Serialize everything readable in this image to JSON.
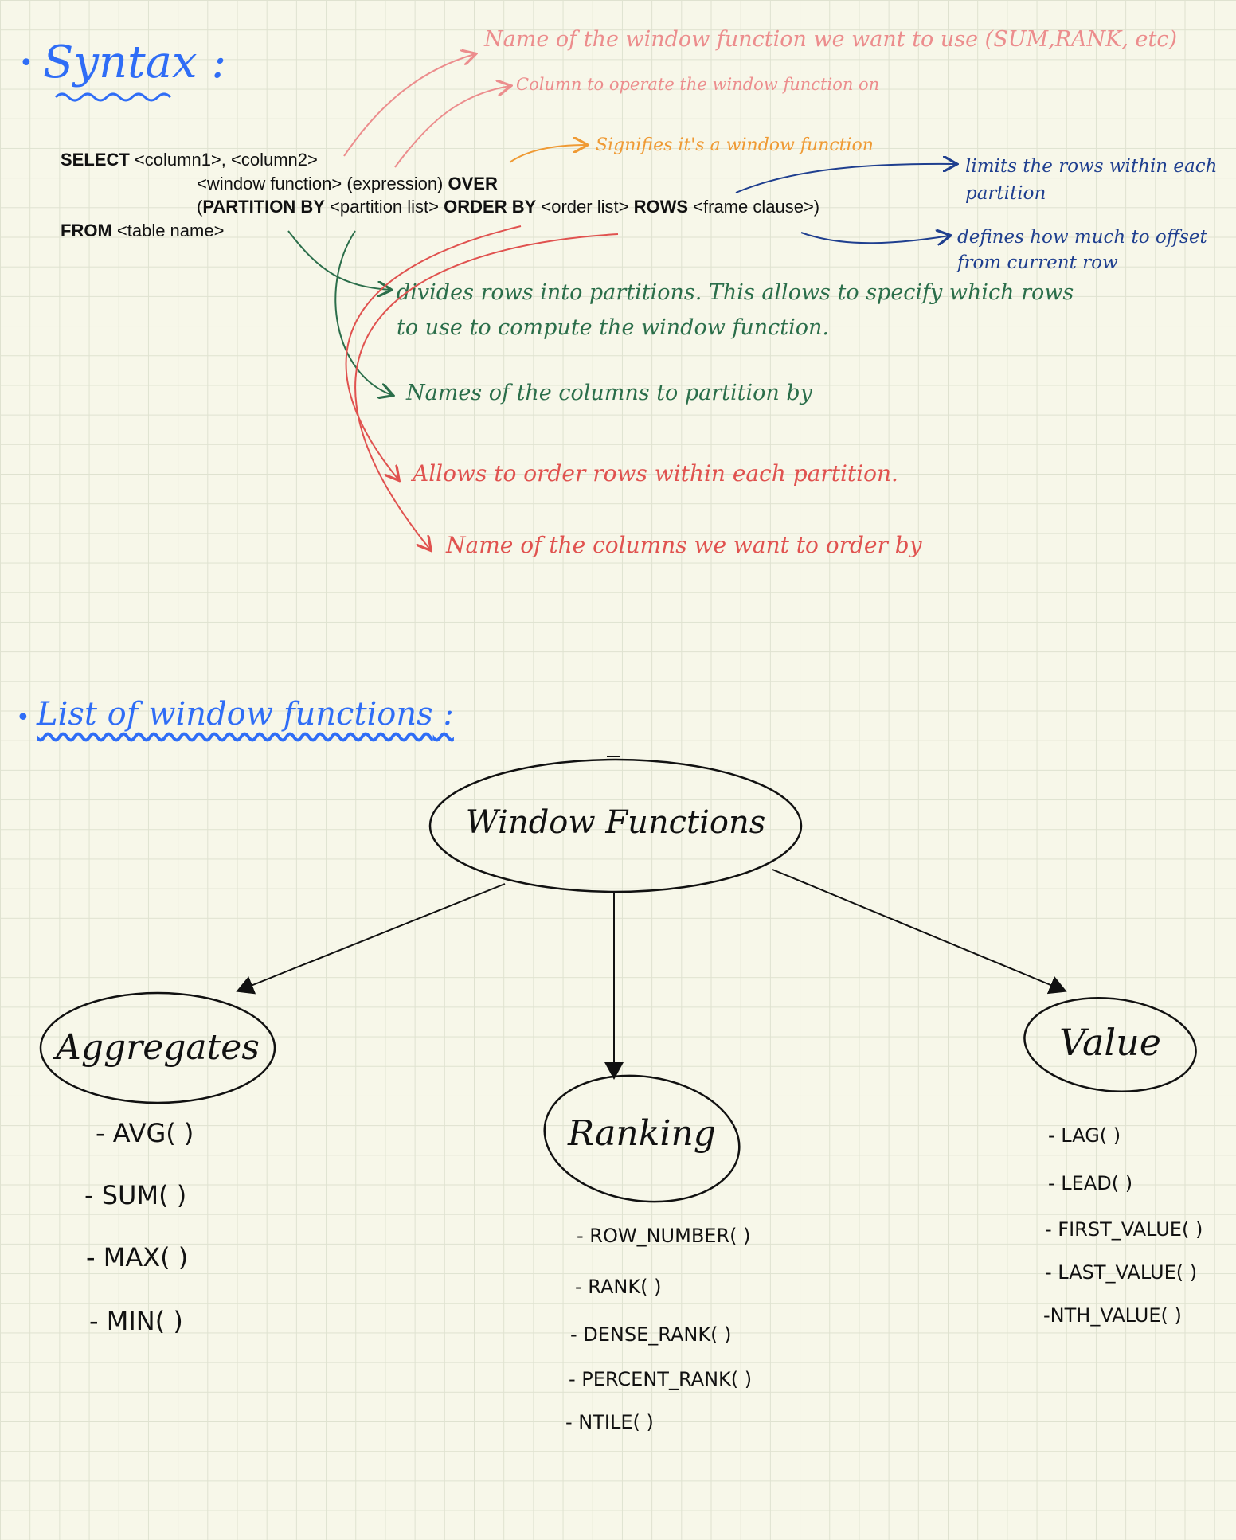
{
  "syntax": {
    "heading": "Syntax",
    "code_lines": {
      "line1_kw": "SELECT",
      "line1_rest": "<column1>, <column2>",
      "line2_rest": "<window function> (expression)",
      "line2_kw": "OVER",
      "line3_open": "(",
      "line3_kw1": "PARTITION BY",
      "line3_t1": "<partition list>",
      "line3_kw2": "ORDER BY",
      "line3_t2": "<order list>",
      "line3_kw3": "ROWS",
      "line3_t3": "<frame clause>)",
      "line4_kw": "FROM",
      "line4_rest": "<table name>"
    },
    "annotations": {
      "window_function_name": "Name of the window function we want to use (SUM,RANK, etc)",
      "column_to_operate": "Column to operate the window function on",
      "over_signifies": "Signifies it's a window function",
      "rows_limits": "limits the rows within each partition",
      "frame_defines": "defines how much to offset from current row",
      "partition_divides": "divides rows into partitions. This allows to specify which rows to use to compute the window function.",
      "partition_columns": "Names of the columns to partition by",
      "order_allows": "Allows to order rows within each partition.",
      "order_columns": "Name of the columns we want to order by"
    }
  },
  "list_section": {
    "heading": "List of window functions",
    "root": "Window Functions",
    "categories": {
      "aggregates": {
        "label": "Aggregates",
        "items": [
          "- AVG( )",
          "- SUM( )",
          "- MAX( )",
          "- MIN( )"
        ]
      },
      "ranking": {
        "label": "Ranking",
        "items": [
          "- ROW_NUMBER( )",
          "- RANK( )",
          "- DENSE_RANK( )",
          "- PERCENT_RANK( )",
          "- NTILE( )"
        ]
      },
      "value": {
        "label": "Value",
        "items": [
          "- LAG( )",
          "- LEAD( )",
          "- FIRST_VALUE( )",
          "- LAST_VALUE( )",
          "-NTH_VALUE( )"
        ]
      }
    }
  },
  "colors": {
    "heading_blue": "#2f6df6",
    "pink": "#ec8d8d",
    "orange": "#ef9a34",
    "navy": "#1f3f8f",
    "green": "#2b6e4a",
    "red": "#e0524f",
    "ink": "#111111"
  }
}
